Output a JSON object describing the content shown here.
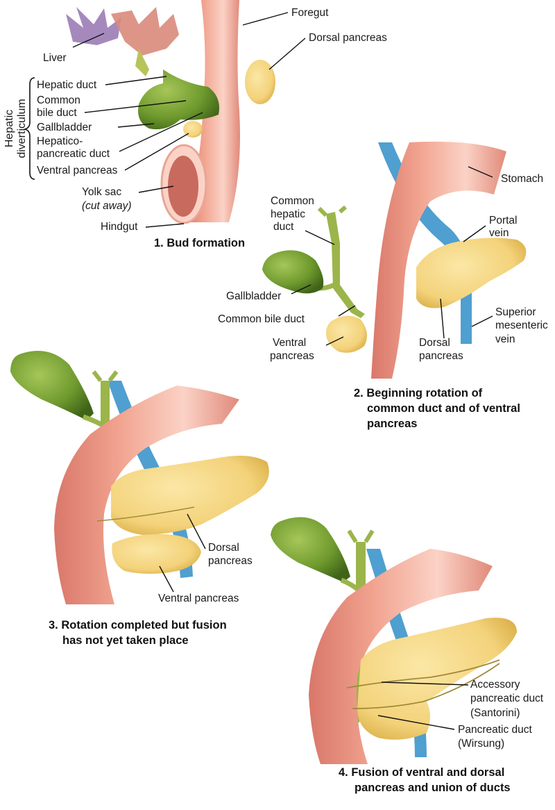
{
  "colors": {
    "gut": "#f1a38f",
    "gut_shade": "#d9776a",
    "gut_light": "#fbd2c6",
    "pancreas": "#f3d27a",
    "pancreas_shade": "#d9ad45",
    "gallbladder": "#6f9a2e",
    "gallbladder_dark": "#4e7420",
    "duct": "#9bb54a",
    "vein": "#4f9fd0",
    "liver_purple": "#9b7cb6",
    "liver_red": "#d98a7a"
  },
  "panel1": {
    "labels": {
      "foregut": "Foregut",
      "dorsal_pancreas": "Dorsal pancreas",
      "liver": "Liver",
      "hepatic_duct": "Hepatic duct",
      "common_bile_duct_1": "Common",
      "common_bile_duct_2": "bile duct",
      "gallbladder": "Gallbladder",
      "hepatico_pancreatic_1": "Hepatico-",
      "hepatico_pancreatic_2": "pancreatic duct",
      "ventral_pancreas": "Ventral pancreas",
      "yolk_sac_1": "Yolk sac",
      "yolk_sac_2": "(cut away)",
      "hindgut": "Hindgut",
      "hepatic_diverticulum_1": "Hepatic",
      "hepatic_diverticulum_2": "diverticulum"
    },
    "caption": "1. Bud formation"
  },
  "panel2": {
    "labels": {
      "stomach": "Stomach",
      "common_hepatic_duct_1": "Common",
      "common_hepatic_duct_2": "hepatic",
      "common_hepatic_duct_3": "duct",
      "portal_vein_1": "Portal",
      "portal_vein_2": "vein",
      "gallbladder": "Gallbladder",
      "common_bile_duct": "Common bile duct",
      "superior_mesenteric_vein_1": "Superior",
      "superior_mesenteric_vein_2": "mesenteric",
      "superior_mesenteric_vein_3": "vein",
      "ventral_pancreas_1": "Ventral",
      "ventral_pancreas_2": "pancreas",
      "dorsal_pancreas_1": "Dorsal",
      "dorsal_pancreas_2": "pancreas"
    },
    "caption_1": "2. Beginning rotation of",
    "caption_2": "common duct and of ventral",
    "caption_3": "pancreas"
  },
  "panel3": {
    "labels": {
      "dorsal_pancreas_1": "Dorsal",
      "dorsal_pancreas_2": "pancreas",
      "ventral_pancreas": "Ventral pancreas"
    },
    "caption_1": "3. Rotation completed but fusion",
    "caption_2": "has not yet taken place"
  },
  "panel4": {
    "labels": {
      "accessory_duct_1": "Accessory",
      "accessory_duct_2": "pancreatic duct",
      "accessory_duct_3": "(Santorini)",
      "pancreatic_duct_1": "Pancreatic duct",
      "pancreatic_duct_2": "(Wirsung)"
    },
    "caption_1": "4. Fusion of ventral and dorsal",
    "caption_2": "pancreas and union of ducts"
  }
}
